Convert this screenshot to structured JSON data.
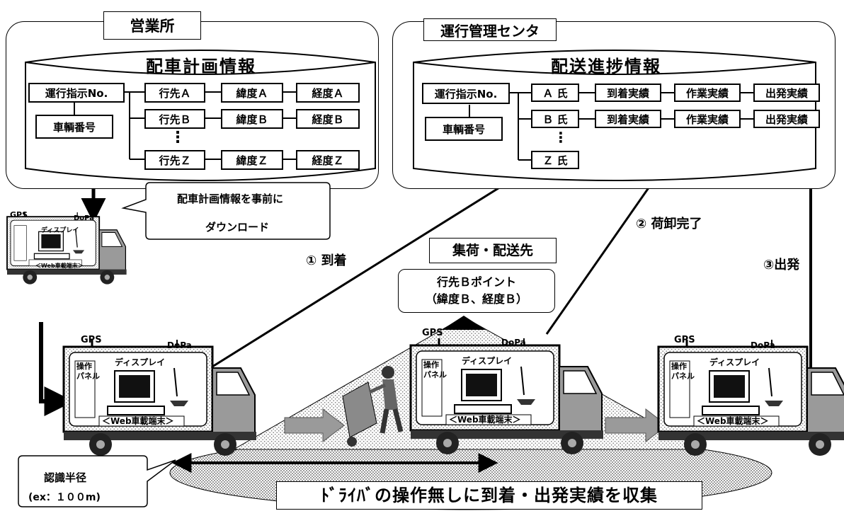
{
  "sales_office": {
    "label": "営業所",
    "db_title": "配車計画情報",
    "instruction": "運行指示No.",
    "vehicle": "車輌番号",
    "destinations": [
      {
        "dest": "行先Ａ",
        "lat": "緯度Ａ",
        "lon": "経度Ａ"
      },
      {
        "dest": "行先Ｂ",
        "lat": "緯度Ｂ",
        "lon": "経度Ｂ"
      },
      {
        "dest": "行先Ｚ",
        "lat": "緯度Ｚ",
        "lon": "経度Ｚ"
      }
    ],
    "ellipsis": "⋮"
  },
  "operations_center": {
    "label": "運行管理センタ",
    "db_title": "配送進捗情報",
    "instruction": "運行指示No.",
    "vehicle": "車輌番号",
    "people": [
      "Ａ 氏",
      "Ｂ 氏",
      "Ｚ 氏"
    ],
    "ellipsis": "⋮",
    "results": [
      "到着実績",
      "作業実績",
      "出発実績"
    ]
  },
  "download_callout": [
    "配車計画情報を事前に",
    "ダウンロード"
  ],
  "steps": {
    "arrival": "① 到着",
    "unload": "② 荷卸完了",
    "departure": "③出発"
  },
  "pickup_label": "集荷・配送先",
  "point_label": [
    "行先Ｂポイント",
    "（緯度Ｂ、経度Ｂ）"
  ],
  "truck": {
    "gps": "GPS",
    "dopa": "DoPa",
    "display": "ディスプレイ",
    "panel": [
      "操作",
      "パネル"
    ],
    "terminal": "＜Web車載端末＞"
  },
  "radius_callout": [
    "認識半径",
    "(ex：１００m)"
  ],
  "bottom_banner": "ﾄﾞﾗｲﾊﾞの操作無しに到着・出発実績を収集",
  "colors": {
    "stroke": "#000000",
    "halftone": "#bdbdbd",
    "arrow_fill": "#9a9a9a"
  }
}
